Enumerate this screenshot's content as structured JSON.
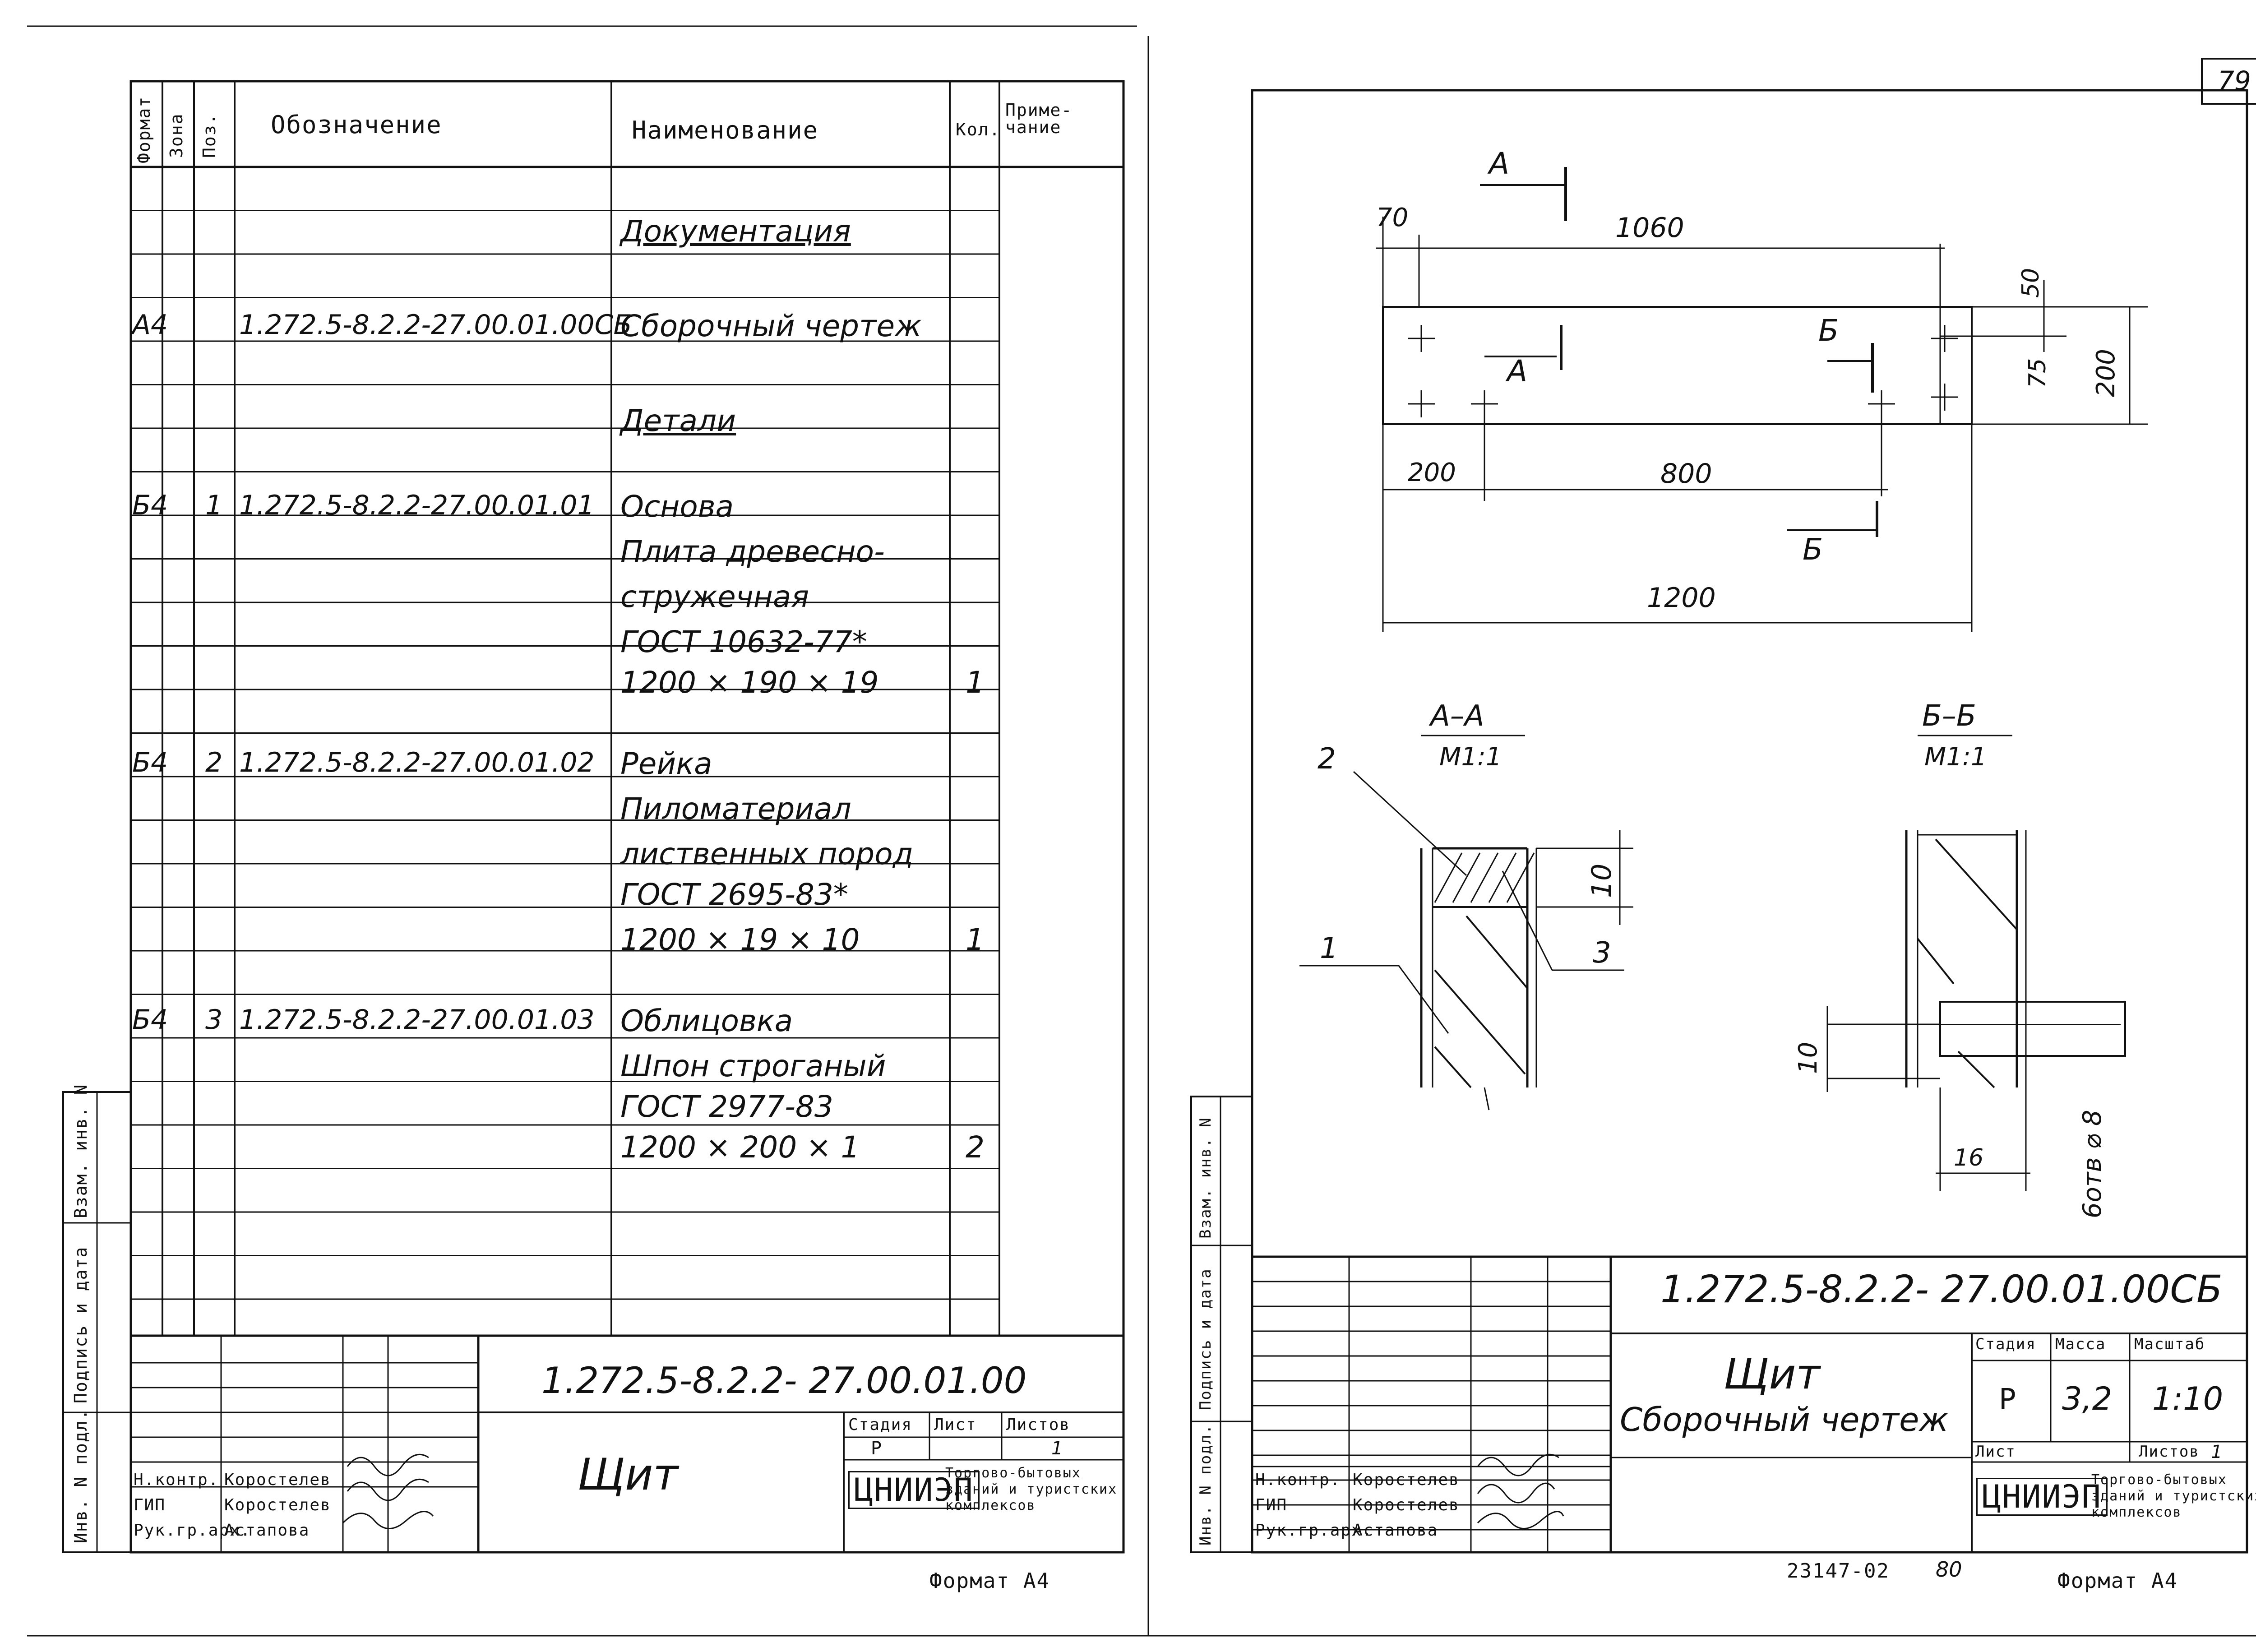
{
  "page_number": "79",
  "spec_sheet": {
    "headers": {
      "format": "Формат",
      "zone": "Зона",
      "pos": "Поз.",
      "designation": "Обозначение",
      "name": "Наименование",
      "qty": "Кол.",
      "note": "Приме-\nчание"
    },
    "rows": [
      {
        "format": "",
        "pos": "",
        "designation": "",
        "name": "Документация",
        "qty": "",
        "underlined": true
      },
      {
        "format": "А4",
        "pos": "",
        "designation": "1.272.5-8.2.2-27.00.01.00СБ",
        "name": "Сборочный чертеж",
        "qty": ""
      },
      {
        "format": "",
        "pos": "",
        "designation": "",
        "name": "Детали",
        "qty": "",
        "underlined": true
      },
      {
        "format": "Б4",
        "pos": "1",
        "designation": "1.272.5-8.2.2-27.00.01.01",
        "name": "Основа",
        "qty": ""
      },
      {
        "format": "",
        "pos": "",
        "designation": "",
        "name": "Плита древесно-",
        "qty": ""
      },
      {
        "format": "",
        "pos": "",
        "designation": "",
        "name": "стружечная",
        "qty": ""
      },
      {
        "format": "",
        "pos": "",
        "designation": "",
        "name": "ГОСТ 10632-77*",
        "qty": ""
      },
      {
        "format": "",
        "pos": "",
        "designation": "",
        "name": "1200 × 190 × 19",
        "qty": "1"
      },
      {
        "format": "Б4",
        "pos": "2",
        "designation": "1.272.5-8.2.2-27.00.01.02",
        "name": "Рейка",
        "qty": ""
      },
      {
        "format": "",
        "pos": "",
        "designation": "",
        "name": "Пиломатериал",
        "qty": ""
      },
      {
        "format": "",
        "pos": "",
        "designation": "",
        "name": "лиственных пород",
        "qty": ""
      },
      {
        "format": "",
        "pos": "",
        "designation": "",
        "name": "ГОСТ 2695-83*",
        "qty": ""
      },
      {
        "format": "",
        "pos": "",
        "designation": "",
        "name": "1200 × 19 × 10",
        "qty": "1"
      },
      {
        "format": "Б4",
        "pos": "3",
        "designation": "1.272.5-8.2.2-27.00.01.03",
        "name": "Облицовка",
        "qty": ""
      },
      {
        "format": "",
        "pos": "",
        "designation": "",
        "name": "Шпон строганый",
        "qty": ""
      },
      {
        "format": "",
        "pos": "",
        "designation": "",
        "name": "ГОСТ 2977-83",
        "qty": ""
      },
      {
        "format": "",
        "pos": "",
        "designation": "",
        "name": "1200 × 200 × 1",
        "qty": "2"
      }
    ],
    "title_block": {
      "code": "1.272.5-8.2.2- 27.00.01.00",
      "title": "Щит",
      "stage_label": "Стадия",
      "sheet_label": "Лист",
      "sheets_label": "Листов",
      "stage": "Р",
      "sheet": "",
      "sheets": "1",
      "roles": [
        "Н.контр.",
        "ГИП",
        "Рук.гр.арх."
      ],
      "people": [
        "Коростелев",
        "Коростелев",
        "Астапова"
      ],
      "org_logo": "ЦНИИЭП",
      "org_text": [
        "Торгово-бытовых",
        "зданий и туристских",
        "комплексов"
      ],
      "format_note": "Формат А4"
    },
    "side_labels": [
      "Инв. N подл.",
      "Подпись и дата",
      "Взам. инв. N"
    ]
  },
  "drawing_sheet": {
    "plan": {
      "section_marks": [
        "А",
        "А",
        "Б",
        "Б"
      ],
      "dims": {
        "top_total": "1060",
        "left_offset": "70",
        "right_top": "50",
        "right_mid": "75",
        "right_total": "200",
        "bottom_left": "200",
        "bottom_mid": "800",
        "bottom_total": "1200"
      }
    },
    "section_aa": {
      "title": "А–А",
      "scale": "М1:1",
      "dim": "10",
      "callouts": [
        "2",
        "1",
        "3"
      ]
    },
    "section_bb": {
      "title": "Б–Б",
      "scale": "М1:1",
      "dim_left": "10",
      "dim_bottom": "16",
      "hole_note": "6отв ⌀ 8"
    },
    "title_block": {
      "code": "1.272.5-8.2.2- 27.00.01.00СБ",
      "title": "Щит",
      "subtitle": "Сборочный чертеж",
      "stage_label": "Стадия",
      "mass_label": "Масса",
      "scale_label": "Масштаб",
      "stage": "Р",
      "mass": "3,2",
      "scale": "1:10",
      "sheet_label": "Лист",
      "sheets_label": "Листов",
      "sheets": "1",
      "roles": [
        "Н.контр.",
        "ГИП",
        "Рук.гр.арх."
      ],
      "people": [
        "Коростелев",
        "Коростелев",
        "Астапова"
      ],
      "org_logo": "ЦНИИЭП",
      "org_text": [
        "Торгово-бытовых",
        "зданий и туристских",
        "комплексов"
      ],
      "format_note": "Формат А4",
      "archive_no": "23147-02",
      "page_ref": "80"
    },
    "side_labels": [
      "Инв. N подл.",
      "Подпись и дата",
      "Взам. инв. N"
    ]
  }
}
